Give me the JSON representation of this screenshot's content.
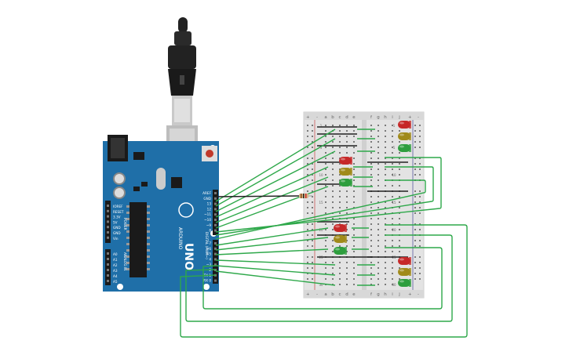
{
  "colors": {
    "board": "#1f6fa8",
    "board_dark": "#175a8a",
    "wire": "#2ea84a",
    "wire_black": "#222222",
    "breadboard": "#eaeaea",
    "led_red": "#c62828",
    "led_yellow": "#a08a1a",
    "led_green": "#2e9e3e",
    "cable": "#222222"
  },
  "arduino": {
    "brand": "ARDUINO",
    "model": "UNO",
    "digital_label": "DIGITAL (PWM~)",
    "power_label": "POWER",
    "analog_label": "ANALOG IN",
    "header_top": [
      "AREF",
      "GND",
      "13",
      "12",
      "~11",
      "~10",
      "~9",
      "8"
    ],
    "header_bottom": [
      "7",
      "~6",
      "~5",
      "4",
      "~3",
      "2",
      "TX 1",
      "RX 0"
    ],
    "power_pins": [
      "IOREF",
      "RESET",
      "3.3V",
      "5V",
      "GND",
      "GND",
      "Vin"
    ],
    "analog_pins": [
      "A0",
      "A1",
      "A2",
      "A3",
      "A4",
      "A5"
    ],
    "icsp_labels": [
      "TX",
      "RX"
    ],
    "reset_label": "L"
  },
  "breadboard": {
    "columns_left": [
      "a",
      "b",
      "c",
      "d",
      "e"
    ],
    "columns_right": [
      "f",
      "g",
      "h",
      "i",
      "j"
    ],
    "row_numbers": [
      "1",
      "5",
      "10",
      "15",
      "20",
      "25",
      "30"
    ],
    "rail_plus": "+",
    "rail_minus": "-"
  },
  "components": {
    "led_groups": [
      {
        "name": "top-right",
        "colors": [
          "red",
          "yellow",
          "green"
        ]
      },
      {
        "name": "mid-left",
        "colors": [
          "red",
          "yellow",
          "green"
        ]
      },
      {
        "name": "lower-left",
        "colors": [
          "red",
          "yellow",
          "green"
        ]
      },
      {
        "name": "bottom-right",
        "colors": [
          "red",
          "yellow",
          "green"
        ]
      }
    ],
    "resistor": "resistor"
  }
}
